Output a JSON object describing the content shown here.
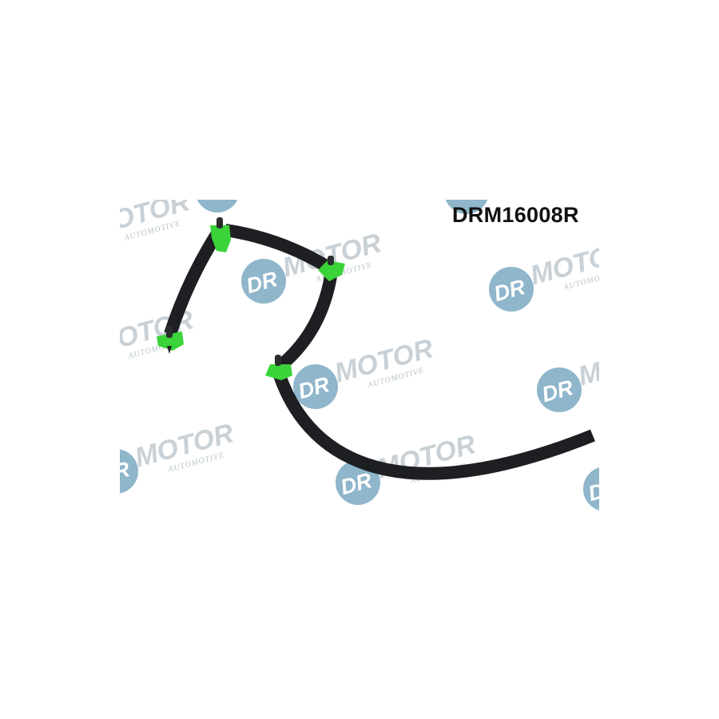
{
  "product": {
    "part_number": "DRM16008R",
    "description_colors": {
      "hose": "#1d1f22",
      "connector": "#3ad43a"
    }
  },
  "watermark": {
    "logo_dr": "DR",
    "logo_motor": "MOTOR",
    "logo_sub": "AUTOMOTIVE",
    "circle_color": "#8fb6cb",
    "text_color": "#c9d1d6"
  }
}
